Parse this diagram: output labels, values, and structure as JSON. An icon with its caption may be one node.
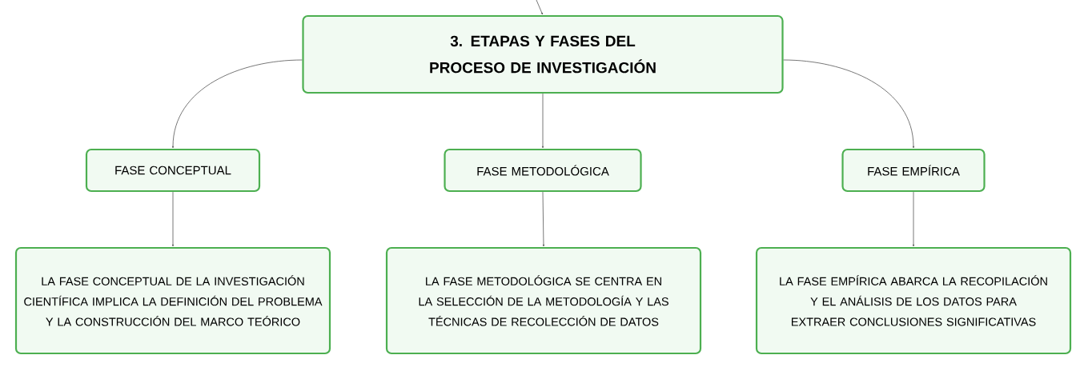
{
  "diagram": {
    "nodes": [
      {
        "text": [
          "3. ETAPAS Y FASES DEL PROCESO DE INVESTIGACIÓN"
        ]
      },
      {
        "text": [
          "FASE CONCEPTUAL"
        ]
      },
      {
        "text": [
          "FASE METODOLÓGICA"
        ]
      },
      {
        "text": [
          "FASE EMPÍRICA"
        ]
      },
      {
        "text": [
          "LA FASE CONCEPTUAL DE LA INVESTIGACIÓN CIENTÍFICA IMPLICA LA DEFINICIÓN DEL PROBLEMA Y LA CONSTRUCCIÓN DEL MARCO TEÓRICO"
        ]
      },
      {
        "text": [
          "LA FASE METODOLÓGICA SE CENTRA EN LA SELECCIÓN DE LA METODOLOGÍA Y LAS TÉCNICAS DE RECOLECCIÓN DE DATOS"
        ]
      },
      {
        "text": [
          "LA FASE EMPÍRICA ABARCA LA RECOPILACIÓN Y EL ANÁLISIS DE LOS DATOS PARA EXTRAER CONCLUSIONES SIGNIFICATIVAS"
        ]
      }
    ],
    "edges": [
      {
        "from": null,
        "to": 0,
        "arrow": "to"
      },
      {
        "from": 0,
        "to": 1,
        "arrow": "to"
      },
      {
        "from": 0,
        "to": 2,
        "arrow": "to"
      },
      {
        "from": 0,
        "to": 3,
        "arrow": "to"
      },
      {
        "from": 1,
        "to": 4,
        "arrow": "to"
      },
      {
        "from": 2,
        "to": 5,
        "arrow": "to"
      },
      {
        "from": 3,
        "to": 6,
        "arrow": "to"
      }
    ]
  }
}
